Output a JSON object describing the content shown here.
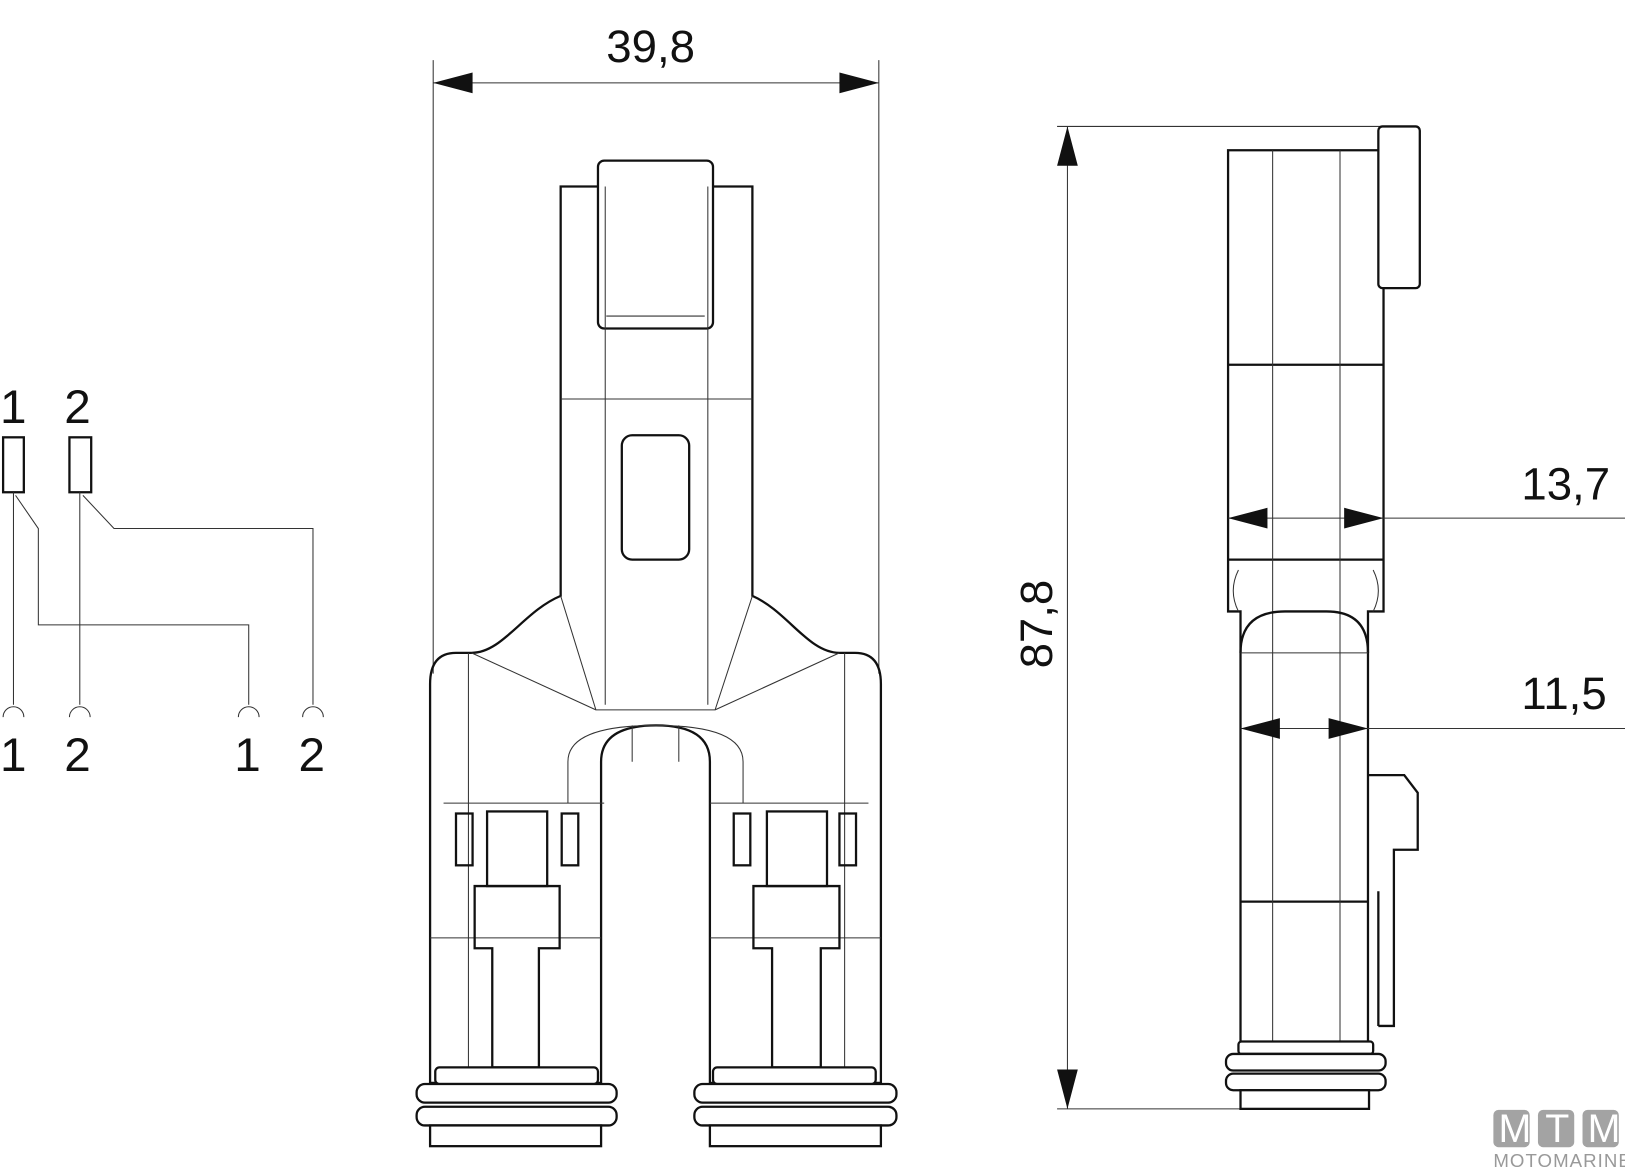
{
  "schematic": {
    "top_pins": [
      "1",
      "2"
    ],
    "bottom_pins": [
      "1",
      "2",
      "1",
      "2"
    ]
  },
  "dimensions": {
    "width": "39,8",
    "height": "87,8",
    "depth_upper": "13,7",
    "depth_lower": "11,5"
  },
  "logo": {
    "letters": [
      "M",
      "T",
      "M"
    ],
    "name": "MOTOMARINE"
  },
  "colors": {
    "line": "#111111",
    "logo": "#a3a3a3"
  }
}
